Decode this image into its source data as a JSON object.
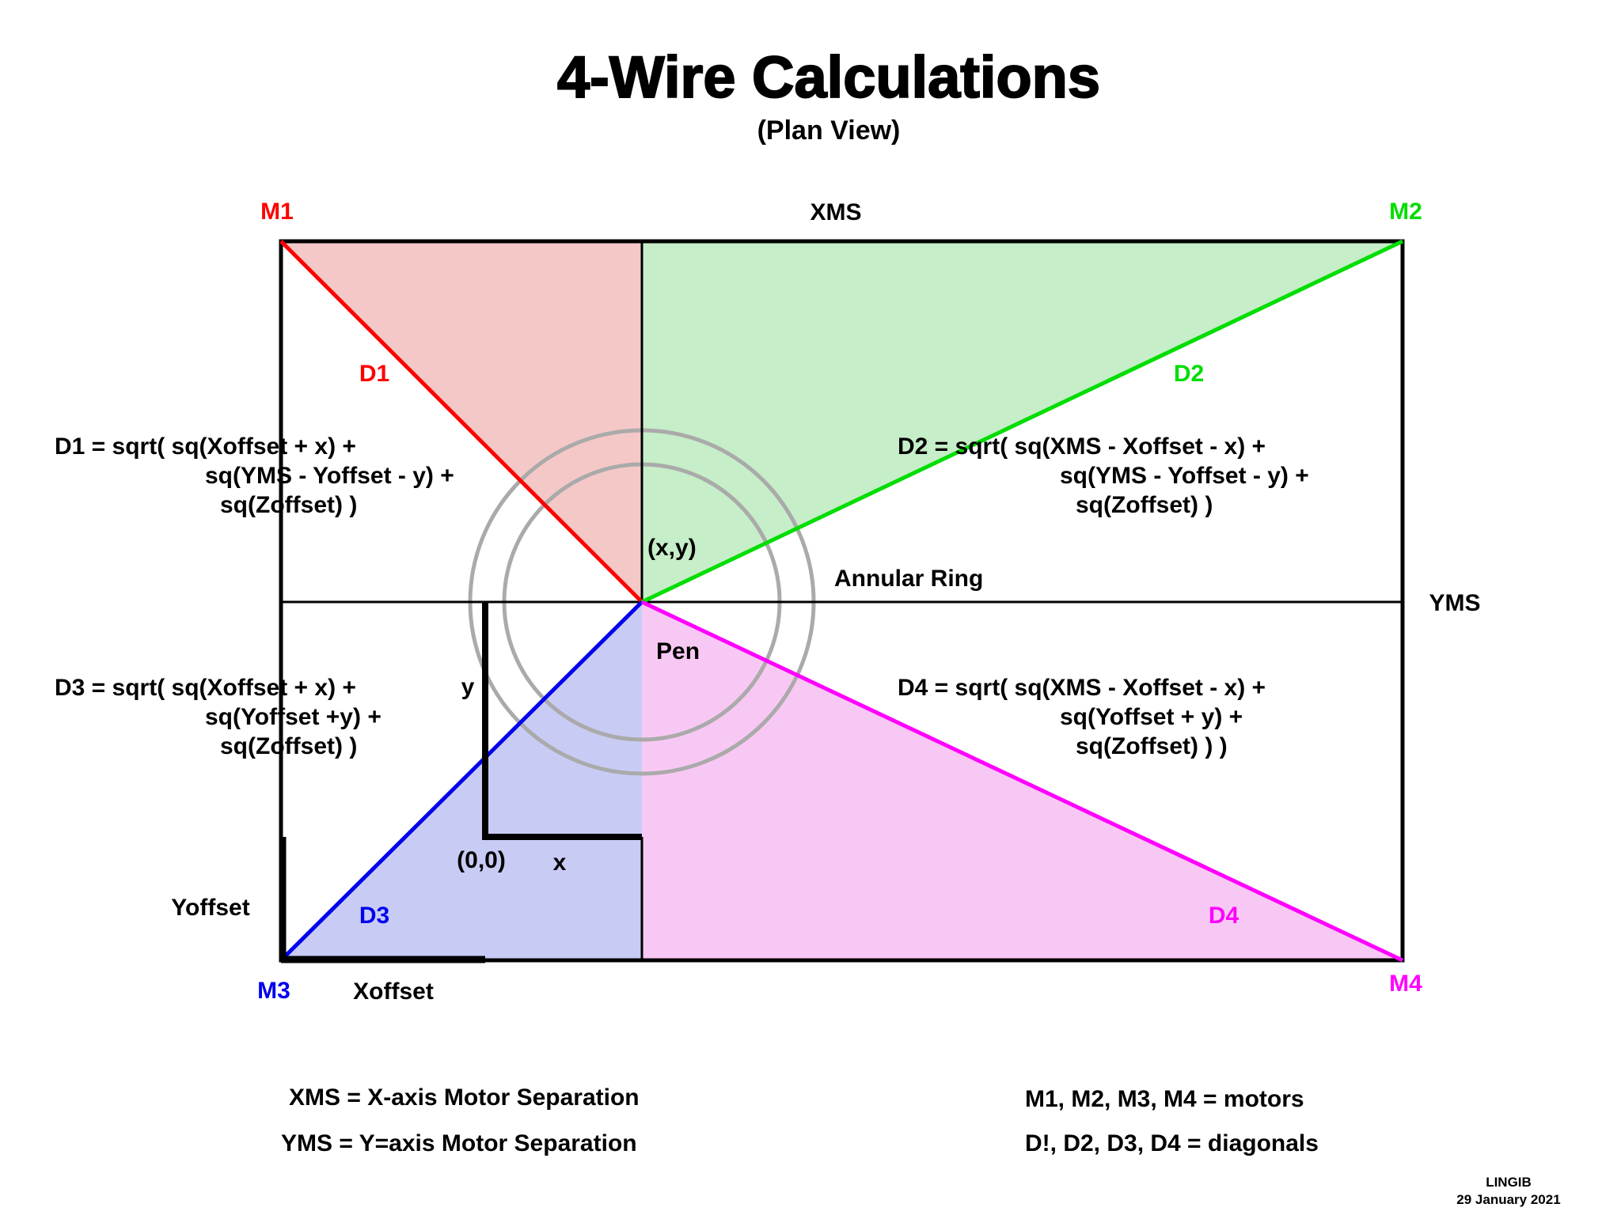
{
  "title": "4-Wire Calculations",
  "subtitle": "(Plan View)",
  "axes": {
    "xms": "XMS",
    "yms": "YMS"
  },
  "motors": {
    "m1": {
      "label": "M1",
      "color": "#ff0000"
    },
    "m2": {
      "label": "M2",
      "color": "#00dd00"
    },
    "m3": {
      "label": "M3",
      "color": "#0000ee"
    },
    "m4": {
      "label": "M4",
      "color": "#ff00ff"
    }
  },
  "diagonals": {
    "d1": {
      "label": "D1",
      "color": "#ff0000",
      "fill": "#f5c8c8",
      "formula": [
        "D1 = sqrt( sq(Xoffset + x) +",
        "sq(YMS - Yoffset - y) +",
        "sq(Zoffset) )"
      ]
    },
    "d2": {
      "label": "D2",
      "color": "#00dd00",
      "fill": "#c6eec8",
      "formula": [
        "D2 = sqrt( sq(XMS - Xoffset - x) +",
        "sq(YMS - Yoffset - y) +",
        "sq(Zoffset) )"
      ]
    },
    "d3": {
      "label": "D3",
      "color": "#0000ee",
      "fill": "#c8ccf4",
      "formula": [
        "D3 = sqrt( sq(Xoffset + x) +",
        "sq(Yoffset +y) +",
        "sq(Zoffset) )"
      ]
    },
    "d4": {
      "label": "D4",
      "color": "#ff00ff",
      "fill": "#f8c8f4",
      "formula": [
        "D4 = sqrt( sq(XMS - Xoffset - x) +",
        "sq(Yoffset + y) +",
        "sq(Zoffset) ) )"
      ]
    }
  },
  "pen": {
    "coord": "(x,y)",
    "label": "Pen",
    "origin": "(0,0)",
    "x_dim": "x",
    "y_dim": "y"
  },
  "annular_ring": {
    "label": "Annular Ring",
    "color": "#aaaaaa"
  },
  "offsets": {
    "x": "Xoffset",
    "y": "Yoffset"
  },
  "legend": {
    "xms": "XMS = X-axis Motor Separation",
    "yms": "YMS = Y=axis Motor Separation",
    "motors": "M1, M2, M3, M4 = motors",
    "diagonals": "D!, D2, D3, D4 = diagonals"
  },
  "credit": {
    "author": "LINGIB",
    "date": "29 January 2021"
  }
}
